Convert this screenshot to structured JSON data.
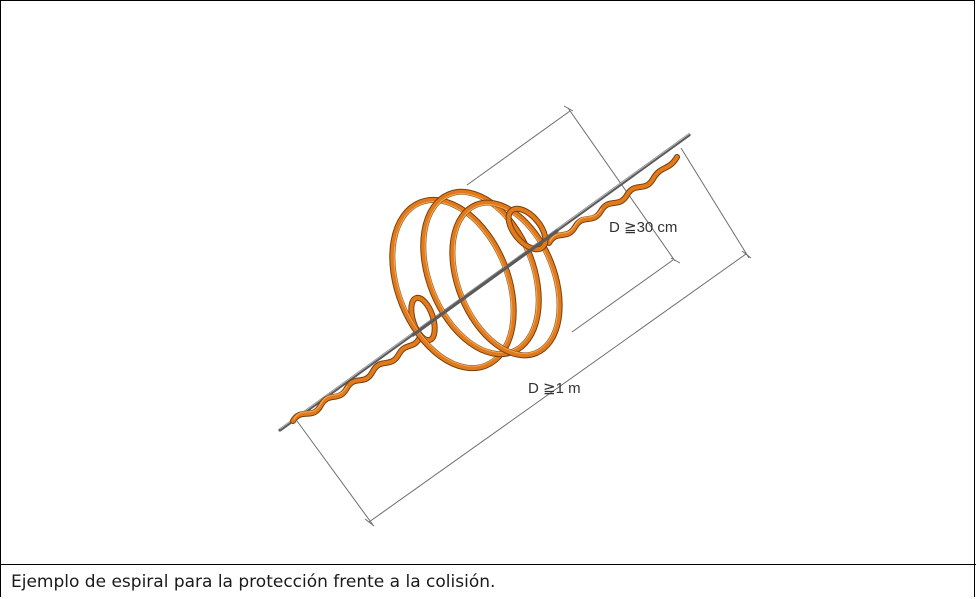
{
  "figure": {
    "dimension_inner": "D ≧30 cm",
    "dimension_outer": "D ≧1 m",
    "colors": {
      "spiral": "#e07a1c",
      "wire": "#5a5a5a",
      "dimension_lines": "#6e6e6e"
    }
  },
  "caption": "Ejemplo de espiral para la protección frente a la colisión."
}
